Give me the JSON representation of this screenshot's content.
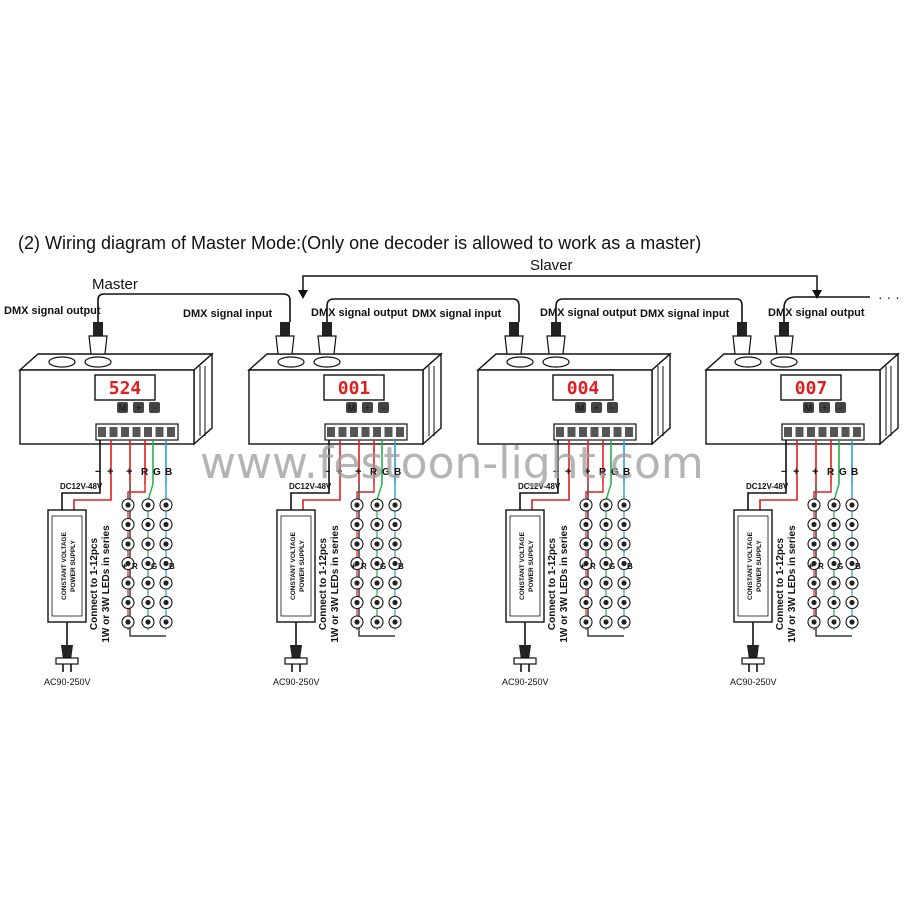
{
  "title": "(2) Wiring diagram of Master Mode:(Only one decoder is allowed to work as a master)",
  "labels": {
    "master": "Master",
    "slaver": "Slaver",
    "ellipsis": "· · ·",
    "dmx_output": "DMX signal output",
    "dmx_input": "DMX signal input",
    "dc_supply": "DC12V-48V",
    "power_supply_line1": "CONSTANT VOLTAGE",
    "power_supply_line2": "POWER SUPPLY",
    "led_note_line1": "Connect to 1-12pcs",
    "led_note_line2": "1W or 3W LEDs in series",
    "ac_input": "AC90-250V",
    "minus": "−",
    "plus": "+",
    "r": "R",
    "g": "G",
    "b": "B"
  },
  "buttons": [
    "M",
    "+",
    "−"
  ],
  "decoders": [
    {
      "display": "524",
      "role": "master"
    },
    {
      "display": "001",
      "role": "slave"
    },
    {
      "display": "004",
      "role": "slave"
    },
    {
      "display": "007",
      "role": "slave"
    }
  ],
  "watermark": "www.festoon-light.com",
  "colors": {
    "red": "#e02020",
    "green": "#22b14c",
    "blue": "#2a9fd6",
    "ink": "#111111"
  }
}
